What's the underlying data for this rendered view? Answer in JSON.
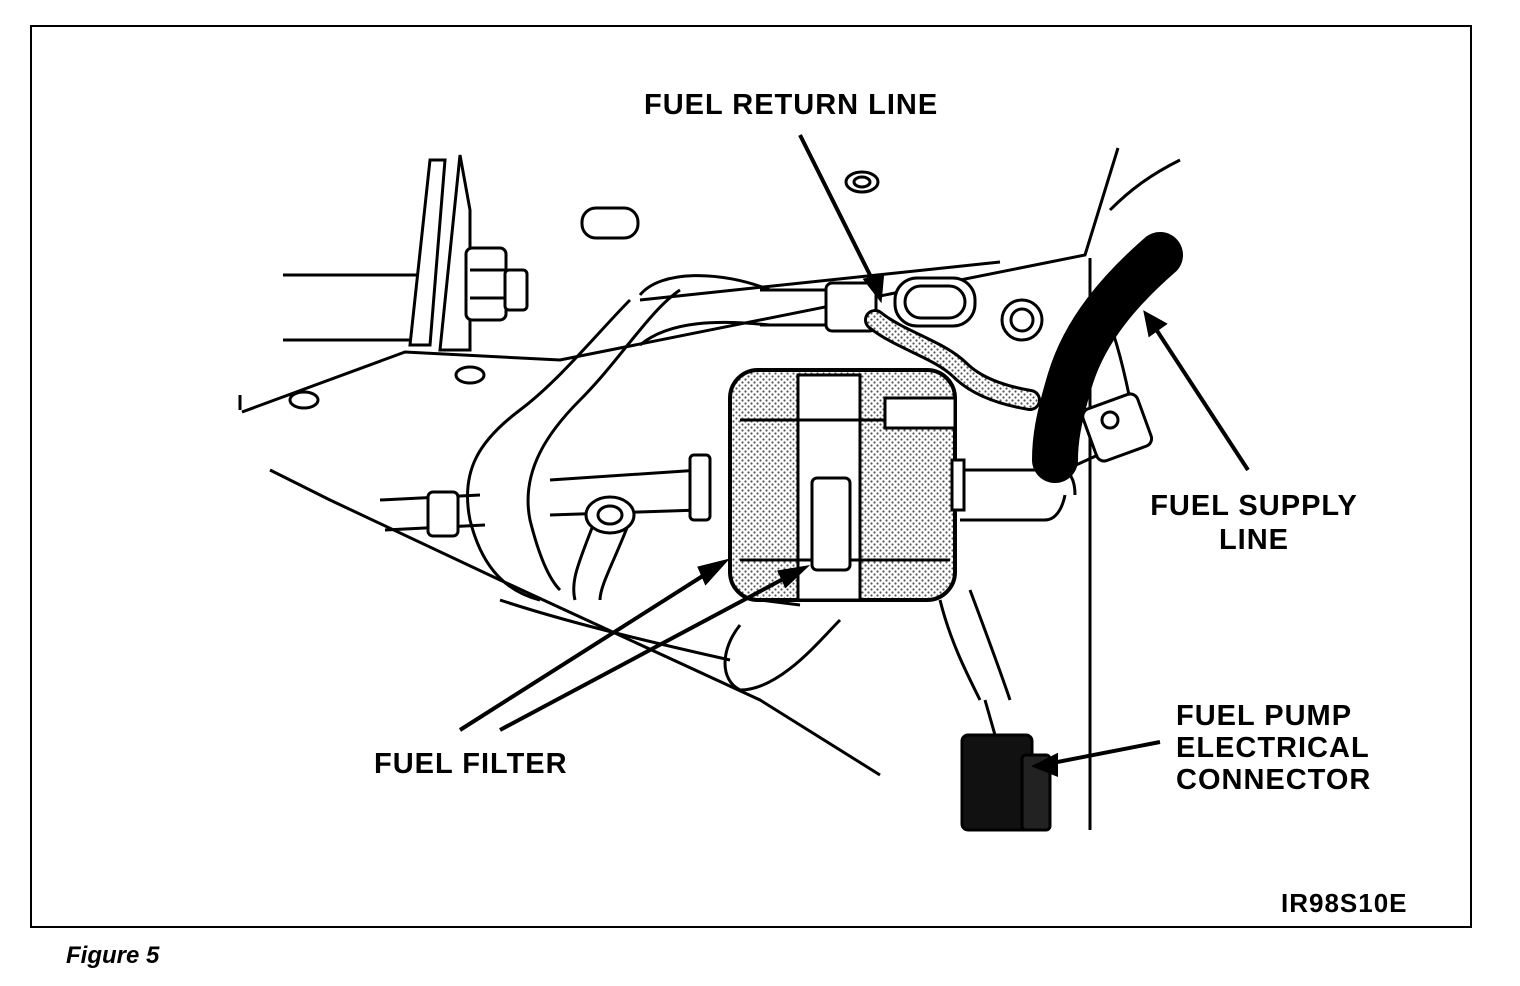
{
  "diagram": {
    "labels": {
      "fuel_return_line": "FUEL RETURN LINE",
      "fuel_supply_line": [
        "FUEL SUPPLY",
        "LINE"
      ],
      "fuel_filter": "FUEL FILTER",
      "fuel_pump_connector": [
        "FUEL PUMP",
        "ELECTRICAL",
        "CONNECTOR"
      ],
      "image_code": "IR98S10E"
    },
    "caption": "Figure 5",
    "colors": {
      "ink": "#000000",
      "paper": "#ffffff",
      "stipple": "#8a8a8a"
    }
  }
}
